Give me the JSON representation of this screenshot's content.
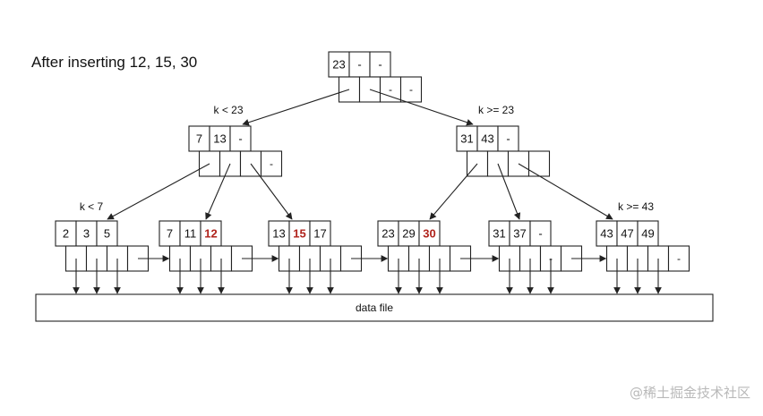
{
  "caption": "After inserting 12, 15, 30",
  "watermark": "@稀土掘金技术社区",
  "data_file_label": "data file",
  "colors": {
    "new_key": "#b0231c",
    "stroke": "#222222",
    "text": "#111111"
  },
  "root": {
    "keys": [
      "23",
      "-",
      "-"
    ],
    "pointers": [
      "",
      "",
      "-",
      "-"
    ]
  },
  "internal": [
    {
      "id": "left",
      "keys": [
        "7",
        "13",
        "-"
      ],
      "pointers": [
        "",
        "",
        "",
        "-"
      ],
      "condition": "k < 23"
    },
    {
      "id": "right",
      "keys": [
        "31",
        "43",
        "-"
      ],
      "pointers": [
        "",
        "",
        "",
        ""
      ],
      "condition": "k >= 23"
    }
  ],
  "leaves": [
    {
      "keys": [
        "2",
        "3",
        "5"
      ],
      "new": [],
      "pointers": [
        "",
        "",
        "",
        ""
      ],
      "condition": "k < 7"
    },
    {
      "keys": [
        "7",
        "11",
        "12"
      ],
      "new": [
        "12"
      ],
      "pointers": [
        "",
        "",
        "",
        ""
      ]
    },
    {
      "keys": [
        "13",
        "15",
        "17"
      ],
      "new": [
        "15"
      ],
      "pointers": [
        "",
        "",
        "",
        ""
      ]
    },
    {
      "keys": [
        "23",
        "29",
        "30"
      ],
      "new": [
        "30"
      ],
      "pointers": [
        "",
        "",
        "",
        ""
      ]
    },
    {
      "keys": [
        "31",
        "37",
        "-"
      ],
      "new": [],
      "pointers": [
        "",
        "",
        "-",
        ""
      ]
    },
    {
      "keys": [
        "43",
        "47",
        "49"
      ],
      "new": [],
      "pointers": [
        "",
        "",
        "",
        "-"
      ],
      "condition": "k >= 43"
    }
  ]
}
